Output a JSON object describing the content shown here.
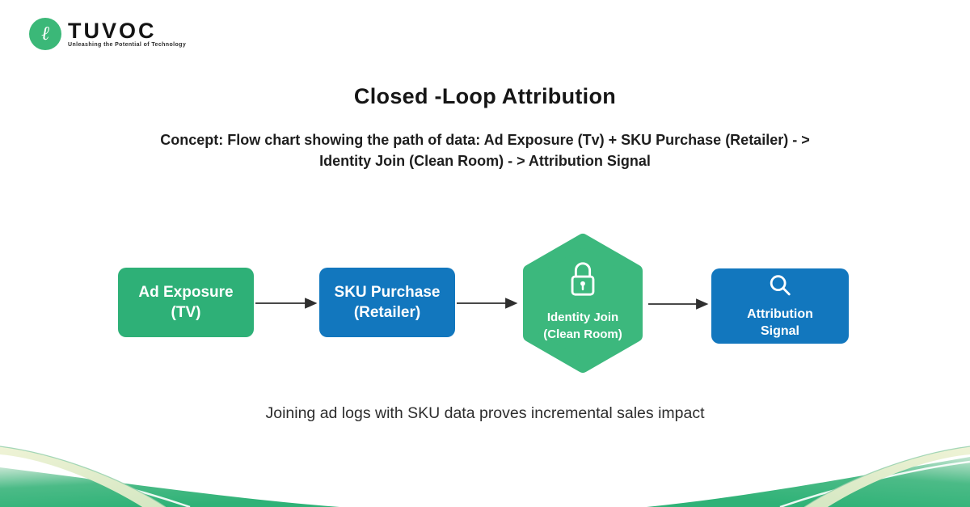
{
  "brand": {
    "name": "TUVOC",
    "tagline": "Unleashing the Potential of Technology",
    "logo_glyph": "ℓ",
    "logo_color": "#3BB878"
  },
  "header": {
    "title": "Closed -Loop Attribution",
    "concept_line1": "Concept: Flow chart showing the path of data: Ad Exposure (Tv) + SKU Purchase (Retailer) - >",
    "concept_line2": "Identity Join (Clean Room) - > Attribution Signal"
  },
  "flow": {
    "nodes": [
      {
        "line1": "Ad Exposure",
        "line2": "(TV)",
        "shape": "rounded-rect",
        "color": "#2EB077"
      },
      {
        "line1": "SKU Purchase",
        "line2": "(Retailer)",
        "shape": "rounded-rect",
        "color": "#1277BE"
      },
      {
        "line1": "Identity Join",
        "line2": "(Clean Room)",
        "shape": "hexagon",
        "color": "#3CB87D",
        "icon": "lock-icon"
      },
      {
        "line1": "Attribution",
        "line2": "Signal",
        "shape": "rounded-rect",
        "color": "#1277BE",
        "icon": "search-icon"
      }
    ],
    "arrow_color": "#2f2f2f"
  },
  "caption": "Joining ad logs with SKU data proves incremental sales impact",
  "colors": {
    "node_green": "#2EB077",
    "node_blue": "#1277BE",
    "hexagon_green": "#3CB87D",
    "wave_green": "#2FB277",
    "wave_ribbon": "#E9EFCE",
    "background": "#FFFFFF",
    "text_dark": "#1C1C1C"
  }
}
